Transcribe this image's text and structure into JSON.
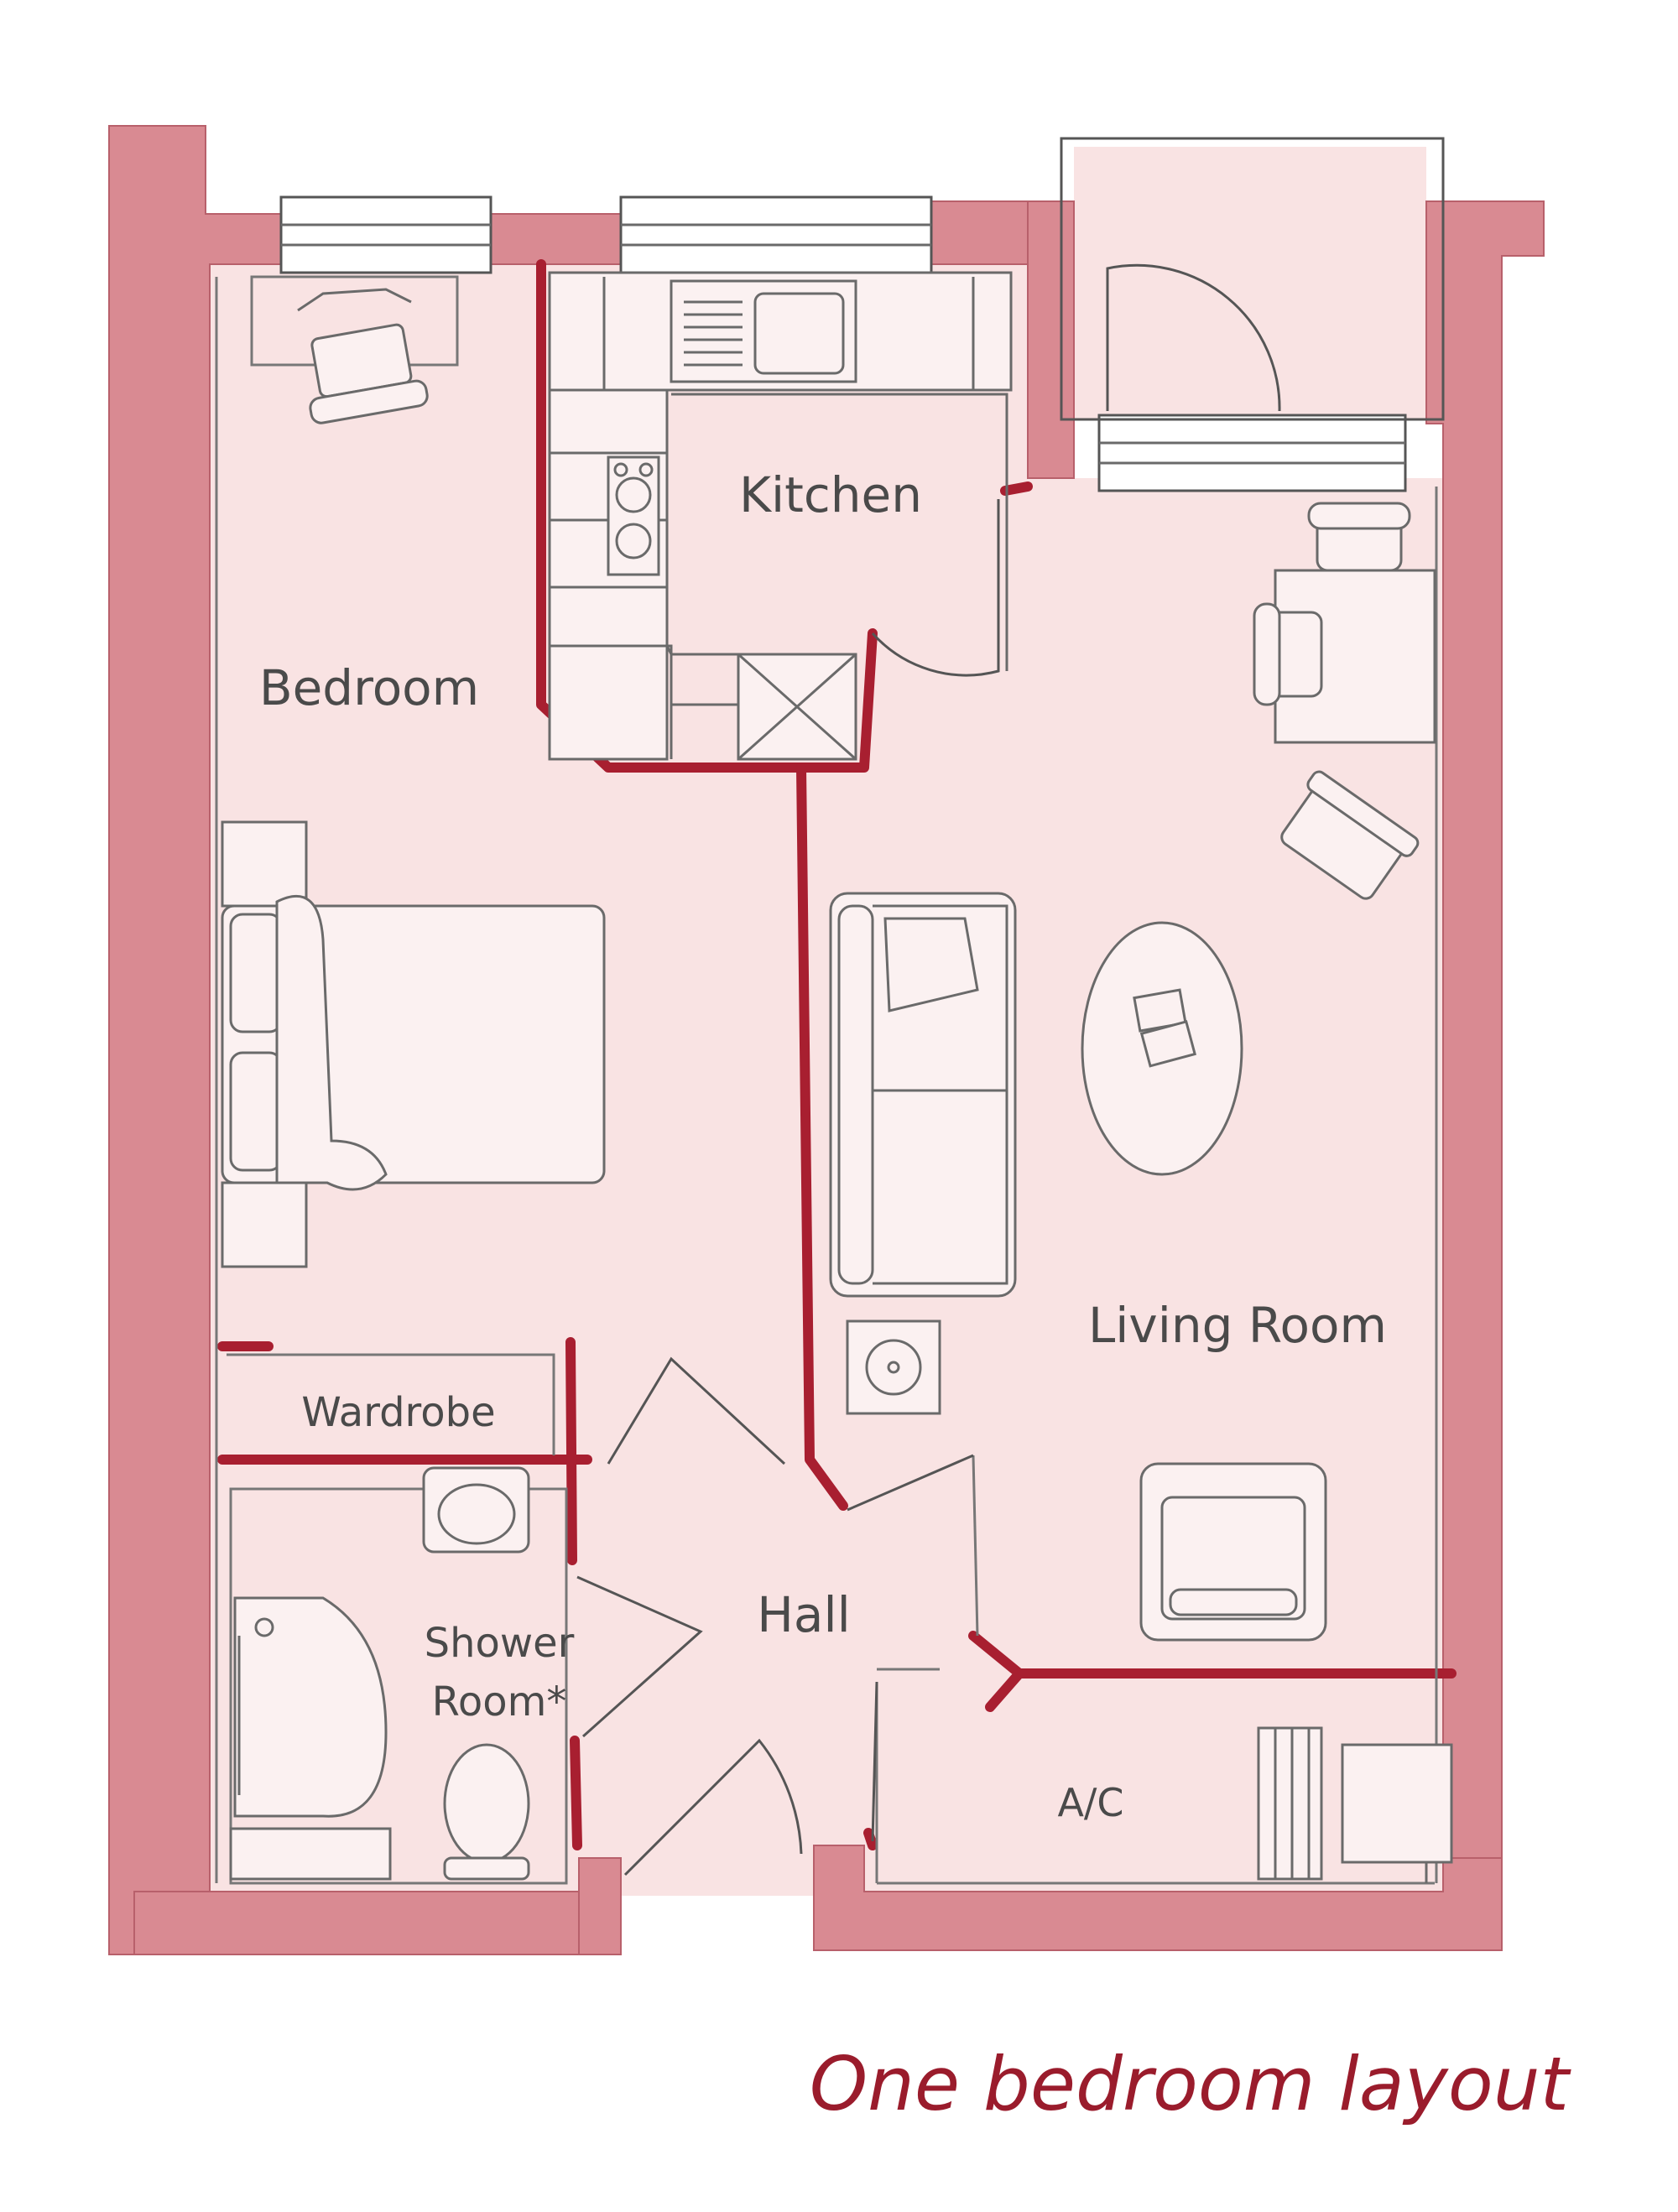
{
  "rooms": {
    "bedroom": "Bedroom",
    "kitchen": "Kitchen",
    "living_room": "Living Room",
    "wardrobe": "Wardrobe",
    "shower_room_line1": "Shower",
    "shower_room_line2": "Room*",
    "hall": "Hall",
    "ac": "A/C"
  },
  "caption": "One bedroom layout",
  "colors": {
    "exterior_wall": "#d98a92",
    "partition_wall": "#a81f30",
    "floor": "#f9e3e3",
    "caption": "#9a1c2c"
  }
}
